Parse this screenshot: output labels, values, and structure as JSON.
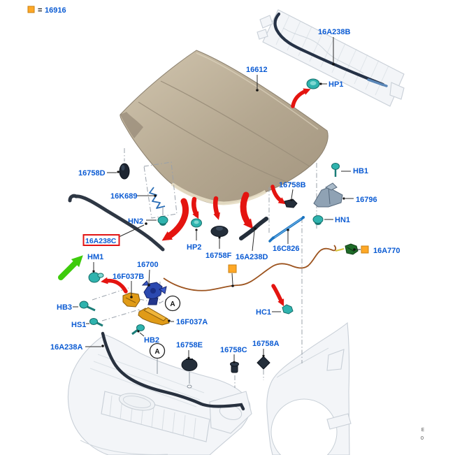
{
  "diagram": {
    "title_note": "hood and related parts exploded diagram",
    "legend": {
      "symbol_equals": "=",
      "part_number": "16916"
    },
    "corner": {
      "char1": "E",
      "char2": "0"
    },
    "callout_detail": {
      "letter": "A"
    },
    "labels": {
      "16612": "16612",
      "16A238B": "16A238B",
      "HP1": "HP1",
      "16758D": "16758D",
      "HB1": "HB1",
      "16K689": "16K689",
      "16758B": "16758B",
      "16796": "16796",
      "HN2": "HN2",
      "HN1": "HN1",
      "16A238C": "16A238C",
      "HP2": "HP2",
      "16758F": "16758F",
      "16A238D": "16A238D",
      "16C826": "16C826",
      "16A770": "16A770",
      "HM1": "HM1",
      "16700": "16700",
      "16F037B": "16F037B",
      "HB3": "HB3",
      "HS1": "HS1",
      "16F037A": "16F037A",
      "HB2": "HB2",
      "16A238A": "16A238A",
      "16758E": "16758E",
      "16758C": "16758C",
      "16758A": "16758A",
      "HC1": "HC1"
    },
    "colors": {
      "label_blue": "#0b5bd3",
      "arrow_red": "#e41410",
      "arrow_green": "#3ecb0c",
      "fastener_teal": "#2fb3ae",
      "bracket_orange": "#e09b17",
      "marker_orange": "#ffa826",
      "cable_brown": "#9c531e",
      "part_dark": "#242e3a",
      "prop_rod_blue": "#1b74c0",
      "latch_blue": "#2b49b0",
      "highlight_box_red": "#e21414",
      "hood_tan": "#b9ac95"
    }
  }
}
